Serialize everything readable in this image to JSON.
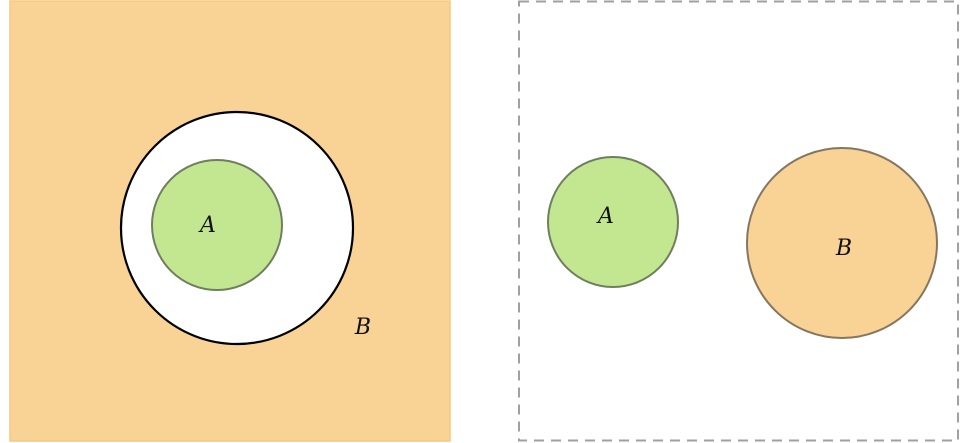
{
  "left_panel": {
    "label_a": "A",
    "label_b": "B"
  },
  "right_panel": {
    "label_a": "A",
    "label_b": "B"
  },
  "colors": {
    "set_b_fill": "#f9d295",
    "set_b_border": "#f7c97e",
    "set_a_fill": "#c3e791",
    "set_a_stroke": "#6e7f5e",
    "ring_stroke": "#000000",
    "right_b_stroke": "#857660",
    "dashed_border": "#a0a0a0",
    "background": "#ffffff"
  }
}
